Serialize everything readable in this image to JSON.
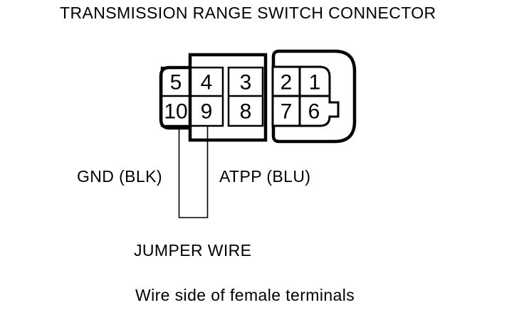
{
  "title": "TRANSMISSION RANGE SWITCH CONNECTOR",
  "connector": {
    "terminals_top": [
      "5",
      "4",
      "3",
      "2",
      "1"
    ],
    "terminals_bottom": [
      "10",
      "9",
      "8",
      "7",
      "6"
    ]
  },
  "labels": {
    "gnd": "GND (BLK)",
    "atpp": "ATPP (BLU)",
    "jumper": "JUMPER WIRE",
    "caption": "Wire side of female terminals"
  },
  "colors": {
    "line": "#000000",
    "background": "#ffffff"
  }
}
